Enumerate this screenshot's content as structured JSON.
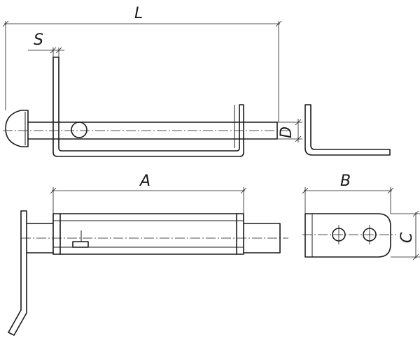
{
  "dimensions": {
    "L": "L",
    "S": "S",
    "D": "D",
    "A": "A",
    "B": "B",
    "C": "C"
  },
  "colors": {
    "line": "#1a1a1a",
    "background": "#ffffff"
  }
}
